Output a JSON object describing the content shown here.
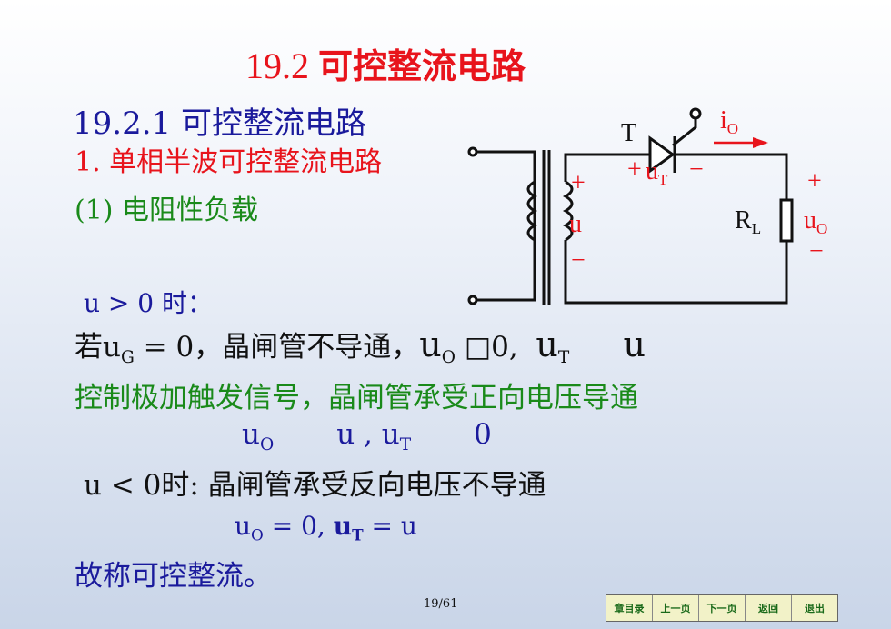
{
  "title": {
    "num": "19.2 ",
    "text": "可控整流电路"
  },
  "section": "19.2.1  可控整流电路",
  "item1": "1. 单相半波可控整流电路",
  "item2": "(1) 电阻性负载",
  "cond_pos": "u > 0 时：",
  "line_ug_a": "若u",
  "line_ug_sub": "G",
  "line_ug_b": " = 0，晶闸管不导通，",
  "line_ug_uo": "u",
  "line_ug_uo_sub": "O",
  "line_ug_mid": " □0,",
  "line_ug_ut": "u",
  "line_ug_ut_sub": "T",
  "line_ug_u": "u",
  "trigger": "控制极加触发信号，晶闸管承受正向电压导通",
  "eq1": {
    "uo": "u",
    "uo_sub": "O",
    "u": "u",
    "comma": " , ",
    "ut": "u",
    "ut_sub": "T",
    "zero": "0"
  },
  "cond_neg": "u < 0时:  晶闸管承受反向电压不导通",
  "eq2": {
    "uo": "u",
    "uo_sub": "O",
    "eq_a": " = 0,  ",
    "ut": "u",
    "ut_sub": "T",
    "eq_b": " = u"
  },
  "conclusion": "故称可控整流。",
  "circuit": {
    "T": "T",
    "i": "i",
    "i_sub": "O",
    "plus": "+",
    "minus": "−",
    "uT": "u",
    "uT_sub": "T",
    "u": "u",
    "RL": "R",
    "RL_sub": "L",
    "uo": "u",
    "uo_sub": "O"
  },
  "page_num": "19/61",
  "nav": [
    "章目录",
    "上一页",
    "下一页",
    "返回",
    "退出"
  ]
}
